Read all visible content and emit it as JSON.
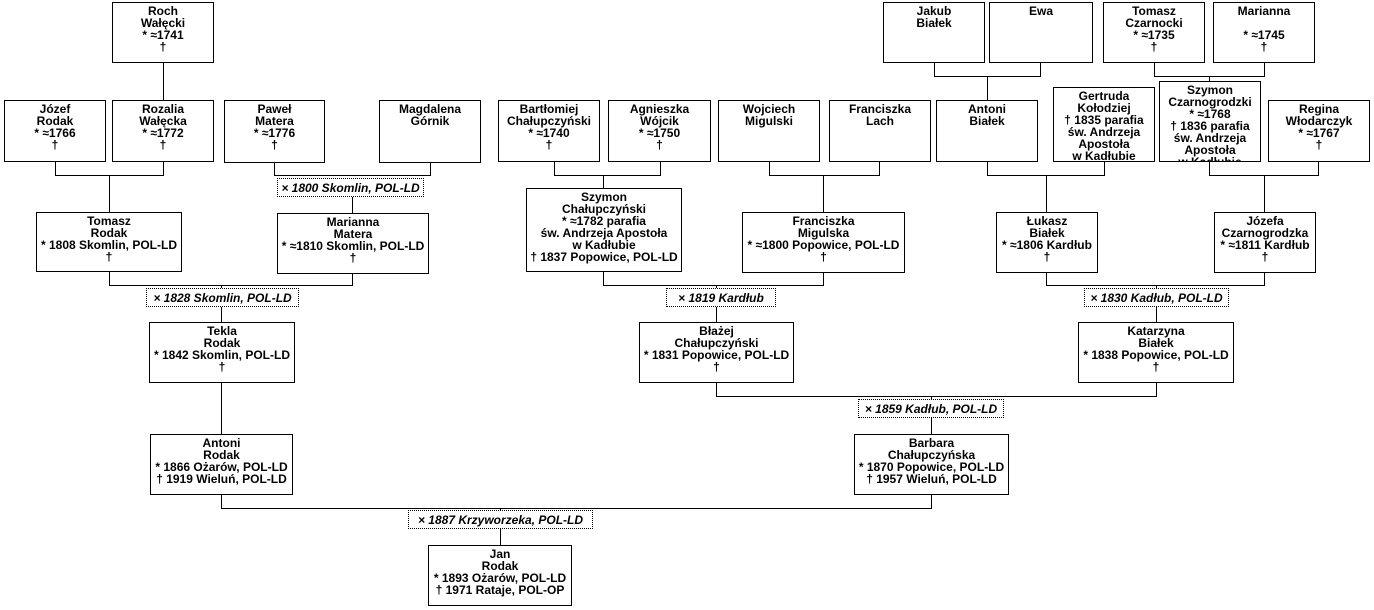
{
  "persons": {
    "roch": [
      "Roch",
      "Wałęcki",
      "* ≈1741",
      "†"
    ],
    "jozef": [
      "Józef",
      "Rodak",
      "* ≈1766",
      "†"
    ],
    "rozalia": [
      "Rozalia",
      "Wałęcka",
      "* ≈1772",
      "†"
    ],
    "pawel": [
      "Paweł",
      "Matera",
      "* ≈1776",
      "†"
    ],
    "magdalena": [
      "Magdalena",
      "Górnik"
    ],
    "bartlomiej": [
      "Bartłomiej",
      "Chałupczyński",
      "* ≈1740",
      "†"
    ],
    "agnieszka": [
      "Agnieszka",
      "Wójcik",
      "* ≈1750",
      "†"
    ],
    "wojciech": [
      "Wojciech",
      "Migulski"
    ],
    "franciszka_lach": [
      "Franciszka",
      "Lach"
    ],
    "jakub": [
      "Jakub",
      "Białek"
    ],
    "ewa": [
      "Ewa"
    ],
    "tomasz_cz": [
      "Tomasz",
      "Czarnocki",
      "* ≈1735",
      "†"
    ],
    "marianna_top": [
      "Marianna",
      "",
      "* ≈1745",
      "†"
    ],
    "antoni_b": [
      "Antoni",
      "Białek"
    ],
    "gertruda": [
      "Gertruda",
      "Kołodziej",
      "† 1835 parafia",
      "św. Andrzeja",
      "Apostoła",
      "w Kadłubie"
    ],
    "szymon_cz": [
      "Szymon",
      "Czarnogrodzki",
      "* ≈1768",
      "† 1836 parafia",
      "św. Andrzeja",
      "Apostoła",
      "w Kadłubie"
    ],
    "regina": [
      "Regina",
      "Włodarczyk",
      "* ≈1767",
      "†"
    ],
    "tomasz_r": [
      "Tomasz",
      "Rodak",
      "* 1808 Skomlin, POL-LD",
      "†"
    ],
    "marianna_m": [
      "Marianna",
      "Matera",
      "* ≈1810 Skomlin, POL-LD",
      "†"
    ],
    "szymon_ch": [
      "Szymon",
      "Chałupczyński",
      "* ≈1782 parafia",
      "św. Andrzeja Apostoła",
      "w Kadłubie",
      "† 1837 Popowice, POL-LD"
    ],
    "franciszka_m": [
      "Franciszka",
      "Migulska",
      "* ≈1800 Popowice, POL-LD",
      "†"
    ],
    "lukasz": [
      "Łukasz",
      "Białek",
      "* ≈1806 Kardłub",
      "†"
    ],
    "jozefa": [
      "Józefa",
      "Czarnogrodzka",
      "* ≈1811 Kardłub",
      "†"
    ],
    "tekla": [
      "Tekla",
      "Rodak",
      "* 1842 Skomlin, POL-LD",
      "†"
    ],
    "blazej": [
      "Błażej",
      "Chałupczyński",
      "* 1831 Popowice, POL-LD",
      "†"
    ],
    "katarzyna": [
      "Katarzyna",
      "Białek",
      "* 1838 Popowice, POL-LD",
      "†"
    ],
    "antoni_r": [
      "Antoni",
      "Rodak",
      "* 1866 Ożarów, POL-LD",
      "† 1919 Wieluń, POL-LD"
    ],
    "barbara": [
      "Barbara",
      "Chałupczyńska",
      "* 1870 Popowice, POL-LD",
      "† 1957 Wieluń, POL-LD"
    ],
    "jan": [
      "Jan",
      "Rodak",
      "* 1893 Ożarów, POL-LD",
      "† 1971 Rataje, POL-OP"
    ]
  },
  "marriages": {
    "m1800": "× 1800 Skomlin, POL-LD",
    "m1828": "× 1828 Skomlin, POL-LD",
    "m1819": "× 1819 Kardłub",
    "m1830": "× 1830 Kadłub, POL-LD",
    "m1859": "× 1859 Kadłub, POL-LD",
    "m1887": "× 1887 Krzyworzeka, POL-LD"
  }
}
